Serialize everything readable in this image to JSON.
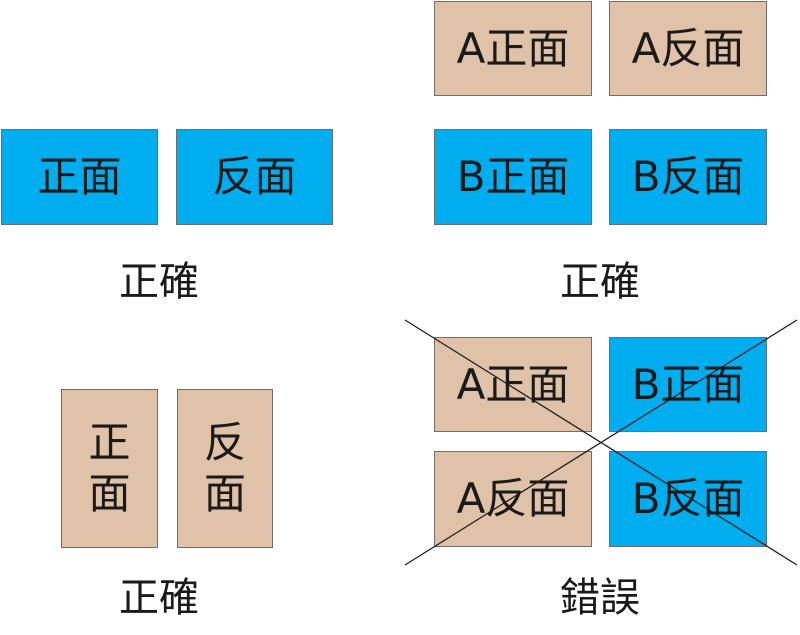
{
  "colors": {
    "tan": "#e0c2a8",
    "blue": "#00aeef",
    "border": "#6e6e6e",
    "text": "#1a1a1a"
  },
  "diagram_1": {
    "cards": [
      {
        "label": "正面",
        "color": "blue"
      },
      {
        "label": "反面",
        "color": "blue"
      }
    ],
    "caption": "正確"
  },
  "diagram_2": {
    "cards": [
      {
        "label": "A正面",
        "color": "tan"
      },
      {
        "label": "A反面",
        "color": "tan"
      },
      {
        "label": "B正面",
        "color": "blue"
      },
      {
        "label": "B反面",
        "color": "blue"
      }
    ],
    "caption": "正確"
  },
  "diagram_3": {
    "cards": [
      {
        "char_1": "正",
        "char_2": "面",
        "color": "tan"
      },
      {
        "char_1": "反",
        "char_2": "面",
        "color": "tan"
      }
    ],
    "caption": "正確"
  },
  "diagram_4": {
    "cards": [
      {
        "label": "A正面",
        "color": "tan"
      },
      {
        "label": "B正面",
        "color": "blue"
      },
      {
        "label": "A反面",
        "color": "tan"
      },
      {
        "label": "B反面",
        "color": "blue"
      }
    ],
    "caption": "錯誤",
    "crossed_out": true
  }
}
